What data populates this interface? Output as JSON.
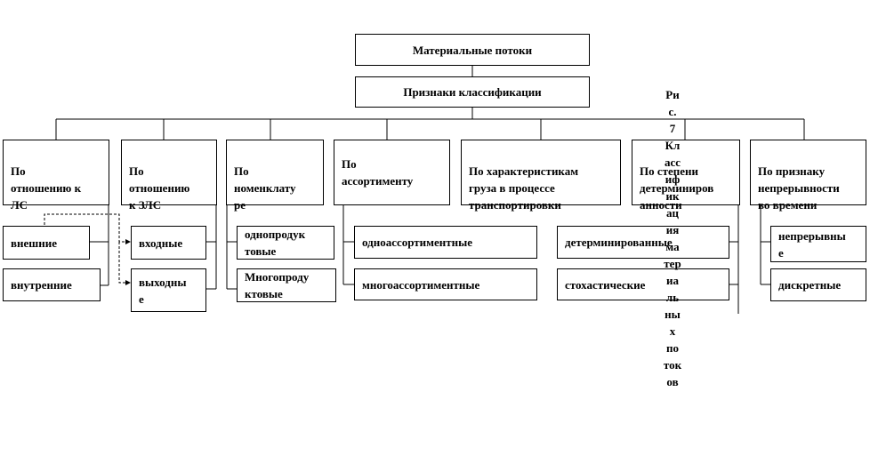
{
  "title": "Материальные потоки",
  "subtitle": "Признаки классификации",
  "categories": [
    {
      "label": "По\nотношению к\nЛС",
      "items": [
        "внешние",
        "внутренние"
      ]
    },
    {
      "label": "По\nотношению\nк ЗЛС",
      "items": [
        "входные",
        "выходны\nе"
      ]
    },
    {
      "label": "По\nноменклату\nре",
      "items": [
        "однопродук\nтовые",
        "Многопроду\nктовые"
      ]
    },
    {
      "label": "По\nассортименту",
      "items": [
        "одноассортиментные",
        "многоассортиментные"
      ]
    },
    {
      "label": "По характеристикам\nгруза в процессе\nтранспортировки",
      "items": []
    },
    {
      "label": "По степени\nдетерминиров\nанности",
      "items": [
        "детерминированные",
        "стохастические"
      ]
    },
    {
      "label": "По признаку\nнепрерывности\nво времени",
      "items": [
        "непрерывны\nе",
        "дискретные"
      ]
    }
  ],
  "caption": "Ри\nс.\n7\nКл\nасс\nиф\nик\nац\nия\nма\nтер\nиа\nль\nны\nх\nпо\nток\nов"
}
